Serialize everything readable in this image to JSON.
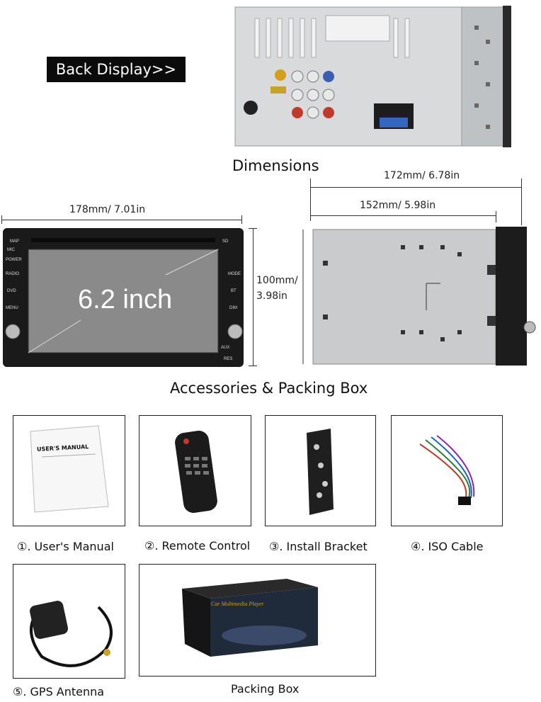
{
  "header": {
    "back_display_label": "Back Display>>"
  },
  "sections": {
    "dimensions_title": "Dimensions",
    "accessories_title": "Accessories & Packing Box"
  },
  "dimensions": {
    "front_width": "178mm/ 7.01in",
    "front_height_1": "100mm/",
    "front_height_2": "3.98in",
    "side_total": "172mm/ 6.78in",
    "side_body": "152mm/ 5.98in"
  },
  "front_panel": {
    "screen_text": "6.2 inch",
    "left_buttons": [
      "MAP",
      "MIC",
      "POWER",
      "RADIO",
      "DVD",
      "MENU"
    ],
    "right_buttons": [
      "SD",
      "MODE",
      "BT",
      "DIM",
      "AUX",
      "RES"
    ]
  },
  "manual": {
    "title": "USER'S MANUAL"
  },
  "accessories": [
    {
      "caption": "①. User's Manual"
    },
    {
      "caption": "②. Remote Control"
    },
    {
      "caption": "③. Install Bracket"
    },
    {
      "caption": "④. ISO Cable"
    },
    {
      "caption": "⑤. GPS Antenna"
    },
    {
      "caption": "Packing Box"
    }
  ],
  "box": {
    "text": "Car Multimedia Player"
  },
  "colors": {
    "label_bg": "#0b0b0b",
    "panel": "#1a1a1a",
    "screen": "#8a8a8a",
    "chassis": "#c9cbcd"
  }
}
